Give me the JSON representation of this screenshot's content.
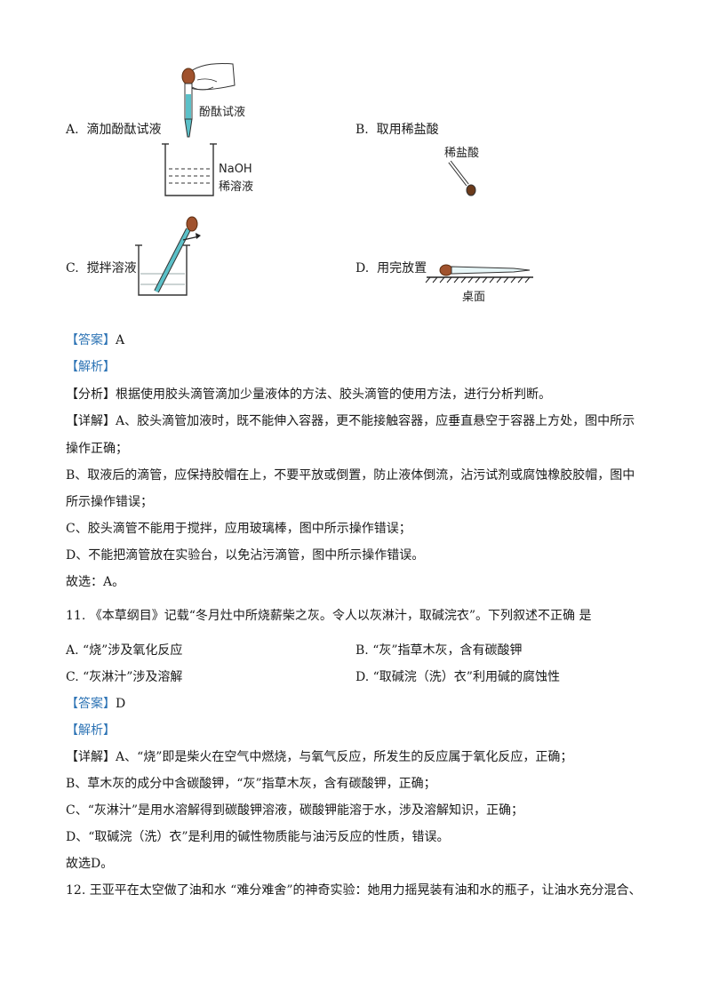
{
  "q10": {
    "options": {
      "A": {
        "letter": "A.",
        "text": "滴加酚酞试液",
        "fig_label_top": "酚酞试液",
        "fig_label_naoh": "NaOH",
        "fig_label_sol": "稀溶液"
      },
      "B": {
        "letter": "B.",
        "text": "取用稀盐酸",
        "fig_label": "稀盐酸"
      },
      "C": {
        "letter": "C.",
        "text": "搅拌溶液"
      },
      "D": {
        "letter": "D.",
        "text": "用完放置",
        "fig_label": "桌面"
      }
    },
    "answer_tag": "【答案】",
    "answer": "A",
    "analysis_tag": "【解析】",
    "analysis_lines": [
      {
        "tag": "【分析】",
        "text": "根据使用胶头滴管滴加少量液体的方法、胶头滴管的使用方法，进行分析判断。"
      },
      {
        "tag": "【详解】",
        "text": "A、胶头滴管加液时，既不能伸入容器，更不能接触容器，应垂直悬空于容器上方处，图中所示"
      },
      {
        "tag": "",
        "text": "操作正确；"
      },
      {
        "tag": "",
        "text": "B、取液后的滴管，应保持胶帽在上，不要平放或倒置，防止液体倒流，沾污试剂或腐蚀橡胶胶帽，图中"
      },
      {
        "tag": "",
        "text": "所示操作错误；"
      },
      {
        "tag": "",
        "text": "C、胶头滴管不能用于搅拌，应用玻璃棒，图中所示操作错误；"
      },
      {
        "tag": "",
        "text": "D、不能把滴管放在实验台，以免沾污滴管，图中所示操作错误。"
      },
      {
        "tag": "",
        "text": "故选：A。"
      }
    ]
  },
  "q11": {
    "stem": "11. 《本草纲目》记载“冬月灶中所烧薪柴之灰。令人以灰淋汁，取碱浣衣”。下列叙述不正确    是",
    "options": {
      "A": "A. “烧”涉及氧化反应",
      "B": "B. “灰”指草木灰，含有碳酸钾",
      "C": "C. “灰淋汁”涉及溶解",
      "D": "D. “取碱浣（洗）衣”利用碱的腐蚀性"
    },
    "answer_tag": "【答案】",
    "answer": "D",
    "analysis_tag": "【解析】",
    "detail_lines": [
      {
        "tag": "【详解】",
        "text": "A、“烧”即是柴火在空气中燃烧，与氧气反应，所发生的反应属于氧化反应，正确；"
      },
      {
        "tag": "",
        "text": "B、草木灰的成分中含碳酸钾，“灰”指草木灰，含有碳酸钾，正确；"
      },
      {
        "tag": "",
        "text": "C、“灰淋汁”是用水溶解得到碳酸钾溶液，碳酸钾能溶于水，涉及溶解知识，正确；"
      },
      {
        "tag": "",
        "text": "D、“取碱浣（洗）衣”是利用的碱性物质能与油污反应的性质，错误。"
      },
      {
        "tag": "",
        "text": "故选D。"
      }
    ]
  },
  "q12": {
    "stem": "12. 王亚平在太空做了油和水 “难分难舍”的神奇实验：她用力摇晃装有油和水的瓶子，让油水充分混合、"
  }
}
